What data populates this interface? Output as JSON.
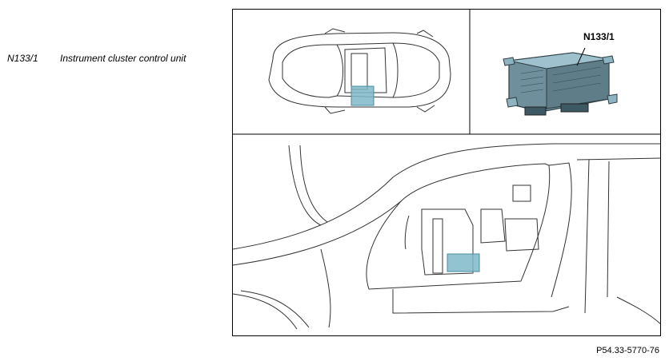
{
  "legend": {
    "code": "N133/1",
    "description": "Instrument cluster control unit"
  },
  "figure": {
    "callout_label": "N133/1",
    "figure_code": "P54.33-5770-76",
    "highlight_color": "#7FB8C8"
  }
}
